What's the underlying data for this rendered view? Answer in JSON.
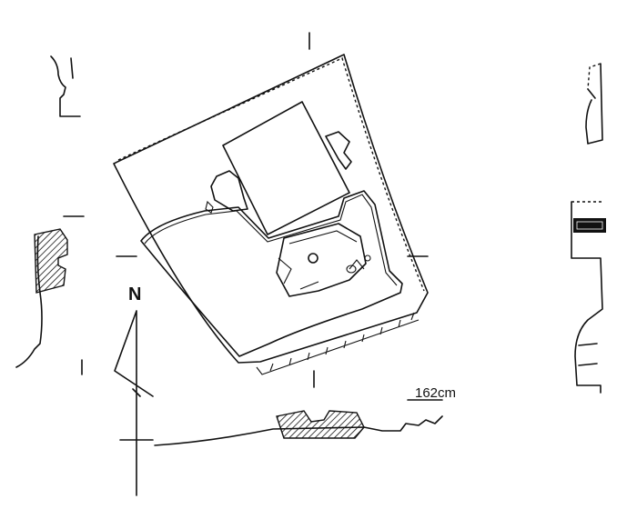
{
  "north_label": "N",
  "scale": {
    "value": "162",
    "unit": "cm"
  },
  "colors": {
    "ink": "#111111",
    "paper": "#ffffff"
  }
}
